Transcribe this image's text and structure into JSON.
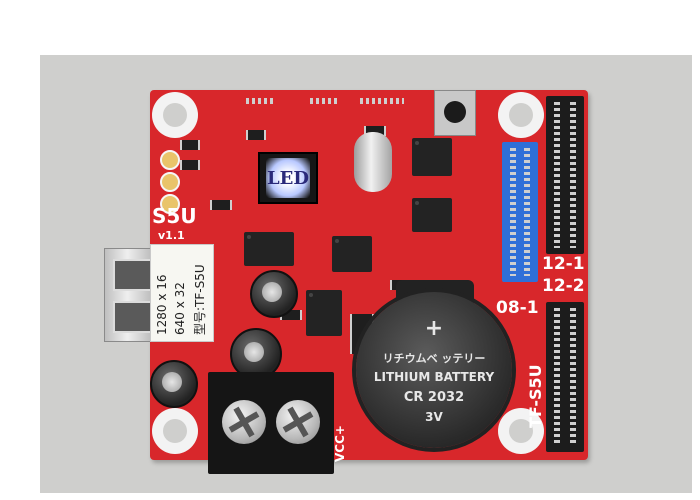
{
  "board": {
    "model_label": "S5U",
    "version_label": "v1.1",
    "led_chip_label": "LED",
    "port_labels": [
      "12-1",
      "12-2",
      "08-1"
    ],
    "side_label": "TF-S5U",
    "power_label": "VCC+"
  },
  "sticker": {
    "lines": [
      "1280 x 16",
      "640 x 32",
      "型号:TF-S5U"
    ]
  },
  "battery": {
    "japanese": "リチウムベ ッテリー",
    "english": "LITHIUM BATTERY",
    "model": "CR 2032",
    "voltage": "3V"
  },
  "colors": {
    "pcb": "#d8272b",
    "background": "#cfcfcd",
    "header_blue": "#2f6fd8"
  }
}
